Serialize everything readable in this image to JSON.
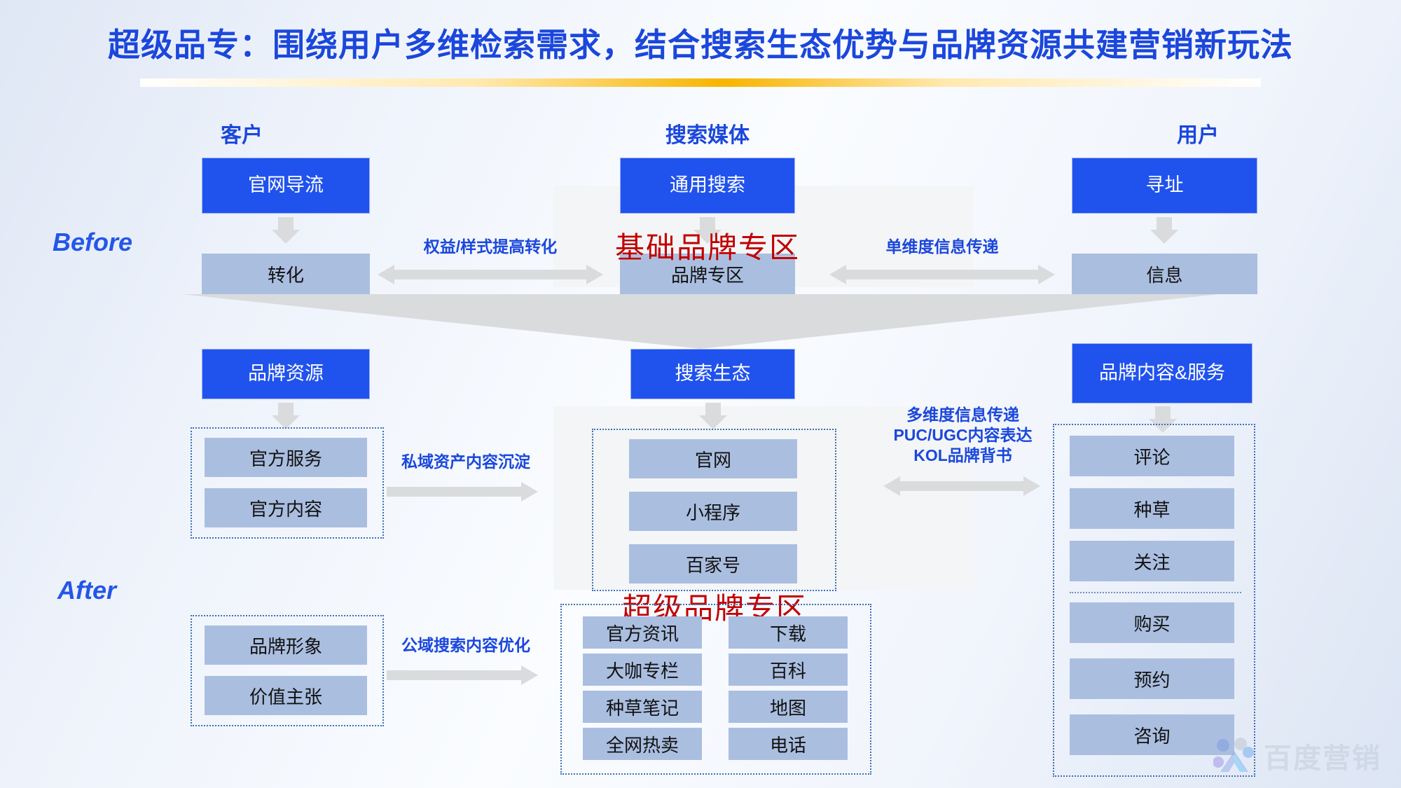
{
  "slide": {
    "title": "超级品专：围绕用户多维检索需求，结合搜索生态优势与品牌资源共建营销新玩法",
    "accent_blue": "#2052ED",
    "accent_light_blue": "#AABEE0",
    "accent_red": "#C00000",
    "accent_gold": "#F7B500"
  },
  "columns": {
    "customer": "客户",
    "media": "搜索媒体",
    "user": "用户"
  },
  "stages": {
    "before": "Before",
    "after": "After"
  },
  "before": {
    "customer": {
      "primary": "官网导流",
      "secondary": "转化"
    },
    "media": {
      "primary": "通用搜索",
      "secondary": "品牌专区",
      "callout": "基础品牌专区"
    },
    "user": {
      "primary": "寻址",
      "secondary": "信息"
    },
    "arrow_left_label": "权益/样式提高转化",
    "arrow_right_label": "单维度信息传递"
  },
  "after": {
    "brand_resource": {
      "header": "品牌资源",
      "items": [
        "官方服务",
        "官方内容"
      ]
    },
    "brand_identity": {
      "items": [
        "品牌形象",
        "价值主张"
      ]
    },
    "search_eco": {
      "header": "搜索生态",
      "top_items": [
        "官网",
        "小程序",
        "百家号"
      ],
      "callout": "超级品牌专区",
      "grid_left": [
        "官方资讯",
        "大咖专栏",
        "种草笔记",
        "全网热卖"
      ],
      "grid_right": [
        "下载",
        "百科",
        "地图",
        "电话"
      ]
    },
    "brand_content": {
      "header": "品牌内容&服务",
      "group_one": [
        "评论",
        "种草",
        "关注"
      ],
      "group_two": [
        "购买",
        "预约",
        "咨询"
      ]
    },
    "arrow_private_label": "私域资产内容沉淀",
    "arrow_public_label": "公域搜索内容优化",
    "arrow_right_labels": [
      "多维度信息传递",
      "PUC/UGC内容表达",
      "KOL品牌背书"
    ]
  },
  "watermark": {
    "text": "百度营销"
  }
}
